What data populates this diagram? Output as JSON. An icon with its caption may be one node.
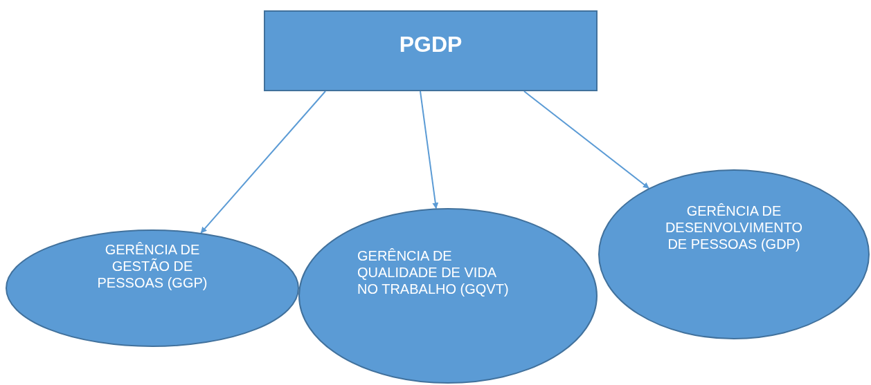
{
  "diagram": {
    "nodes": [
      {
        "text": [
          "PGDP"
        ]
      },
      {
        "text": [
          "GERÊNCIA DE GESTÃO DE PESSOAS (GGP)"
        ]
      },
      {
        "text": [
          "GERÊNCIA DE QUALIDADE DE VIDA NO TRABALHO (GQVT)"
        ]
      },
      {
        "text": [
          "GERÊNCIA DE DESENVOLVIMENTO DE PESSOAS (GDP)"
        ]
      }
    ],
    "edges": [
      {
        "from": 0,
        "to": 1,
        "arrow": "to"
      },
      {
        "from": 0,
        "to": 2,
        "arrow": "to"
      },
      {
        "from": 0,
        "to": 3,
        "arrow": "to"
      }
    ]
  }
}
